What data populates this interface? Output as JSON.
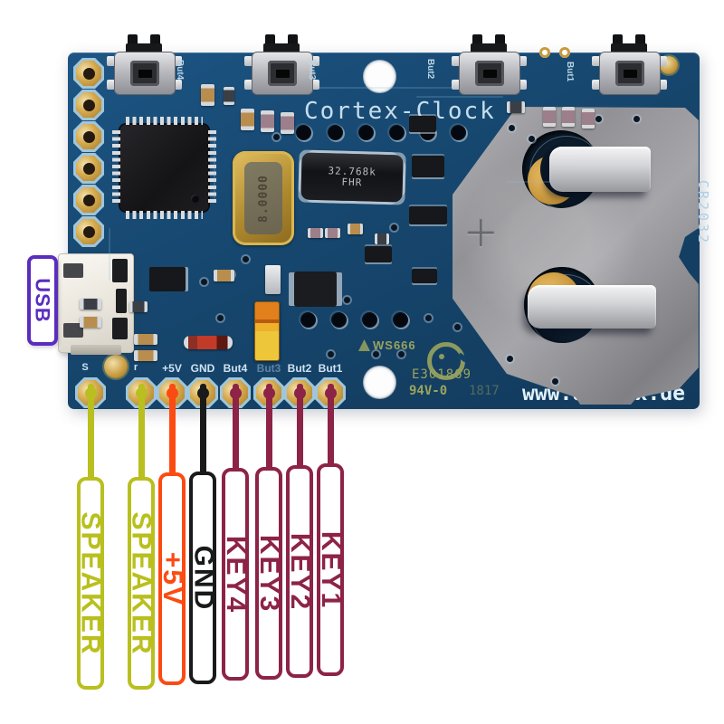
{
  "figure": "annotated pinout photo of Cortex-Clock PCB",
  "board": {
    "title_silkscreen": "Cortex-Clock",
    "website": "www.diamex.de",
    "battery_type": "CR2032",
    "battery_polarity": "+",
    "ws_mark": "WS666",
    "cert_number": "E301869",
    "flammability": "94V-0",
    "date_code": "1817",
    "crystal_main": "8.0000",
    "crystal_rtc_line1": "32.768k",
    "crystal_rtc_line2": "FHR",
    "button_labels": [
      "But4",
      "But3",
      "But2",
      "But1"
    ],
    "pad_labels": [
      "S",
      "r",
      "+5V",
      "GND",
      "But4",
      "But3",
      "But2",
      "But1"
    ]
  },
  "usb_tag": {
    "text": "USB",
    "color": "#5a2dbe"
  },
  "pins": [
    {
      "pad": "S",
      "label": "SPEAKER",
      "color": "#b9bf1e"
    },
    {
      "pad": "r",
      "label": "SPEAKER",
      "color": "#b9bf1e"
    },
    {
      "pad": "+5V",
      "label": "+5V",
      "color": "#fb4b13"
    },
    {
      "pad": "GND",
      "label": "GND",
      "color": "#1a1a1a"
    },
    {
      "pad": "But4",
      "label": "KEY4",
      "color": "#8d2347"
    },
    {
      "pad": "But3",
      "label": "KEY3",
      "color": "#8d2347"
    },
    {
      "pad": "But2",
      "label": "KEY2",
      "color": "#8d2347"
    },
    {
      "pad": "But1",
      "label": "KEY1",
      "color": "#8d2347"
    }
  ],
  "colors": {
    "pcb_blue": "#174972",
    "silkscreen": "#cfe3f2",
    "gold": "#c89a3e",
    "speaker_yellow": "#b9bf1e",
    "power_orange": "#fb4b13",
    "gnd_black": "#1a1a1a",
    "key_maroon": "#8d2347",
    "usb_purple": "#5a2dbe"
  }
}
